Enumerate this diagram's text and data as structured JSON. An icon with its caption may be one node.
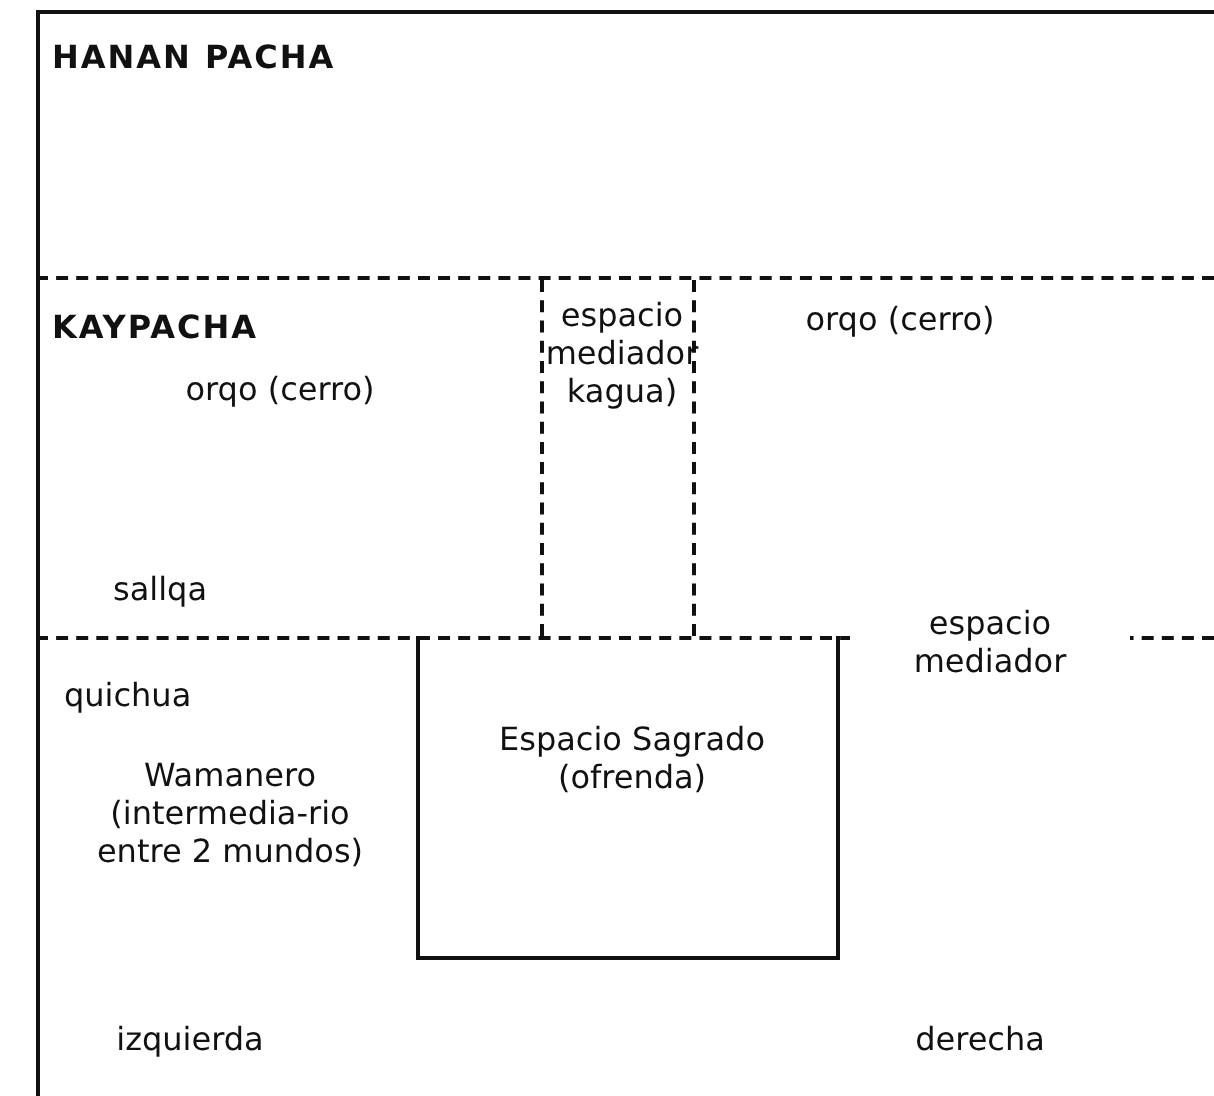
{
  "diagram": {
    "nodes": [
      {
        "text": [
          "HANAN PACHA"
        ]
      },
      {
        "text": [
          "KAYPACHA"
        ]
      },
      {
        "text": [
          "espacio mediador kagua)"
        ],
        "in": 1
      },
      {
        "text": [
          "quichua"
        ]
      },
      {
        "text": [
          "Espacio Sagrado (ofrenda)"
        ],
        "in": 3
      }
    ],
    "labels": [
      "orqo (cerro)",
      "orqo (cerro)",
      "sallqa",
      "espacio mediador",
      "Wamanero (intermedia-rio entre 2 mundos)",
      "izquierda",
      "derecha"
    ]
  }
}
